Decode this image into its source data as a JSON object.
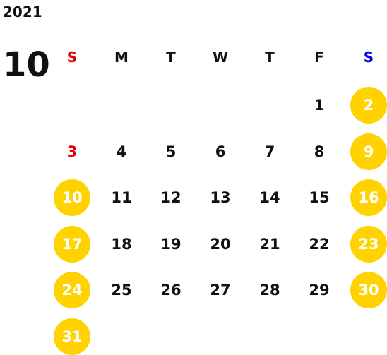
{
  "calendar": {
    "year": "2021",
    "month": "10",
    "weekdays": [
      "S",
      "M",
      "T",
      "W",
      "T",
      "F",
      "S"
    ],
    "weekday_colors": [
      "#e60000",
      "#111111",
      "#111111",
      "#111111",
      "#111111",
      "#111111",
      "#0000e0"
    ],
    "highlight_color": "#ffd200",
    "weeks": [
      [
        "",
        "",
        "",
        "",
        "",
        "1",
        "2"
      ],
      [
        "3",
        "4",
        "5",
        "6",
        "7",
        "8",
        "9"
      ],
      [
        "10",
        "11",
        "12",
        "13",
        "14",
        "15",
        "16"
      ],
      [
        "17",
        "18",
        "19",
        "20",
        "21",
        "22",
        "23"
      ],
      [
        "24",
        "25",
        "26",
        "27",
        "28",
        "29",
        "30"
      ],
      [
        "31",
        "",
        "",
        "",
        "",
        "",
        ""
      ]
    ],
    "highlighted_days": [
      "2",
      "9",
      "10",
      "16",
      "17",
      "23",
      "24",
      "30",
      "31"
    ],
    "red_days": [
      "3"
    ]
  }
}
